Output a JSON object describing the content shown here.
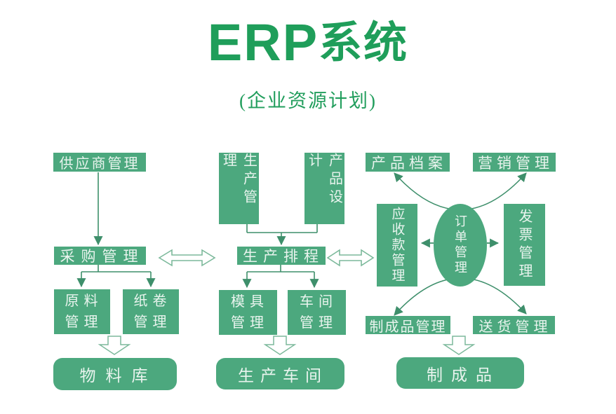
{
  "title": {
    "latin": "ERP",
    "cjk": "系统"
  },
  "subtitle": "(企业资源计划)",
  "colors": {
    "title_green": "#1f9e5a",
    "box_green": "#4ca87e",
    "box_text": "#e9f4ee",
    "connector_green": "#3e8f6b",
    "outline_green": "#7cb99b",
    "background": "#ffffff"
  },
  "nodes": {
    "supplier": "供应商管理",
    "purchasing": "采购管理",
    "raw_material": "原料\n管理",
    "paper_roll": "纸卷\n管理",
    "material_warehouse": "物料库",
    "production_mgmt": "生产管理",
    "product_design": "产品设计",
    "production_scheduling": "生产排程",
    "mold_mgmt": "模具\n管理",
    "workshop_mgmt": "车间\n管理",
    "production_workshop": "生产车间",
    "product_archive": "产品档案",
    "marketing_mgmt": "营销管理",
    "receivables_mgmt": "应收款管理",
    "order_mgmt": "订单管理",
    "invoice_mgmt": "发票管理",
    "finished_goods_mgmt": "制成品管理",
    "delivery_mgmt": "送货管理",
    "finished_goods": "制成品"
  },
  "edges": [
    {
      "from": "供应商管理",
      "to": "采购管理",
      "style": "arrow"
    },
    {
      "from": "采购管理",
      "to": "原料管理",
      "style": "arrow"
    },
    {
      "from": "采购管理",
      "to": "纸卷管理",
      "style": "arrow"
    },
    {
      "from": "原料管理/纸卷管理",
      "to": "物料库",
      "style": "block-arrow"
    },
    {
      "from": "生产管理",
      "to": "生产排程",
      "style": "arrow"
    },
    {
      "from": "产品设计",
      "to": "生产排程",
      "style": "arrow"
    },
    {
      "from": "采购管理",
      "to": "生产排程",
      "style": "double-arrow"
    },
    {
      "from": "生产排程",
      "to": "应收款管理",
      "style": "double-arrow"
    },
    {
      "from": "生产排程",
      "to": "模具管理",
      "style": "arrow"
    },
    {
      "from": "生产排程",
      "to": "车间管理",
      "style": "arrow"
    },
    {
      "from": "模具管理/车间管理",
      "to": "生产车间",
      "style": "block-arrow"
    },
    {
      "from": "订单管理",
      "to": "产品档案",
      "style": "curved-arrow"
    },
    {
      "from": "订单管理",
      "to": "营销管理",
      "style": "curved-arrow"
    },
    {
      "from": "订单管理",
      "to": "应收款管理",
      "style": "arrow"
    },
    {
      "from": "订单管理",
      "to": "发票管理",
      "style": "arrow"
    },
    {
      "from": "订单管理",
      "to": "制成品管理",
      "style": "curved-arrow"
    },
    {
      "from": "订单管理",
      "to": "送货管理",
      "style": "curved-arrow"
    },
    {
      "from": "制成品管理/送货管理",
      "to": "制成品",
      "style": "block-arrow"
    }
  ]
}
